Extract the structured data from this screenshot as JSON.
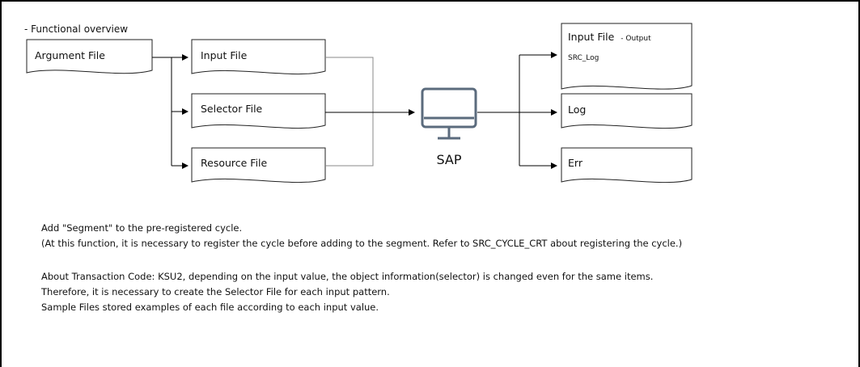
{
  "diagram": {
    "heading": "- Functional overview",
    "inputs": {
      "argument": "Argument File",
      "input": "Input File",
      "selector": "Selector File",
      "resource": "Resource File"
    },
    "system": {
      "label": "SAP",
      "icon": "monitor-icon"
    },
    "outputs": {
      "input_file": "Input File",
      "input_file_suffix": "- Output",
      "src_log": "SRC_Log",
      "log": "Log",
      "err": "Err"
    }
  },
  "notes": {
    "line1": "Add \"Segment\" to the pre-registered cycle.",
    "line2": "(At this function, it is necessary to register the cycle before adding to the segment. Refer to SRC_CYCLE_CRT about registering the cycle.)",
    "line3": "About Transaction Code: KSU2, depending on the input value, the object information(selector) is changed even for the same items.",
    "line4": "Therefore, it is necessary to create the Selector File for each input pattern.",
    "line5": "Sample Files stored examples of each file according to each input value."
  },
  "colors": {
    "line": "#222222",
    "connector": "#888888",
    "icon": "#5b6b7d"
  }
}
